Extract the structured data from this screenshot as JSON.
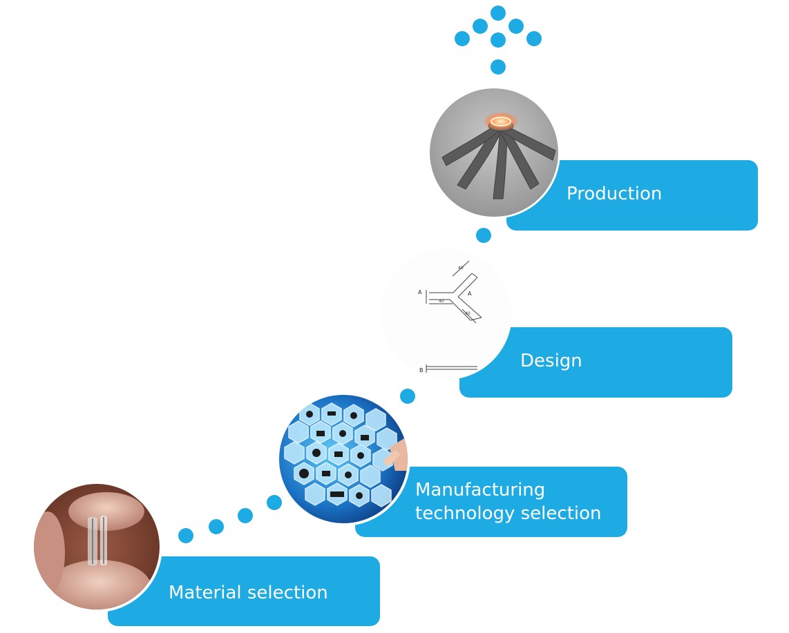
{
  "steps": [
    {
      "label": "Material selection"
    },
    {
      "label_line1": "Manufacturing",
      "label_line2": "technology selection"
    },
    {
      "label": "Design"
    },
    {
      "label": "Production"
    }
  ],
  "drawing_labels": {
    "a_left": "A",
    "a_right": "A",
    "b": "B",
    "dim_top": "40",
    "dim_mid": "40",
    "dim_diag": "40"
  },
  "colors": {
    "accent": "#1eaae2"
  }
}
